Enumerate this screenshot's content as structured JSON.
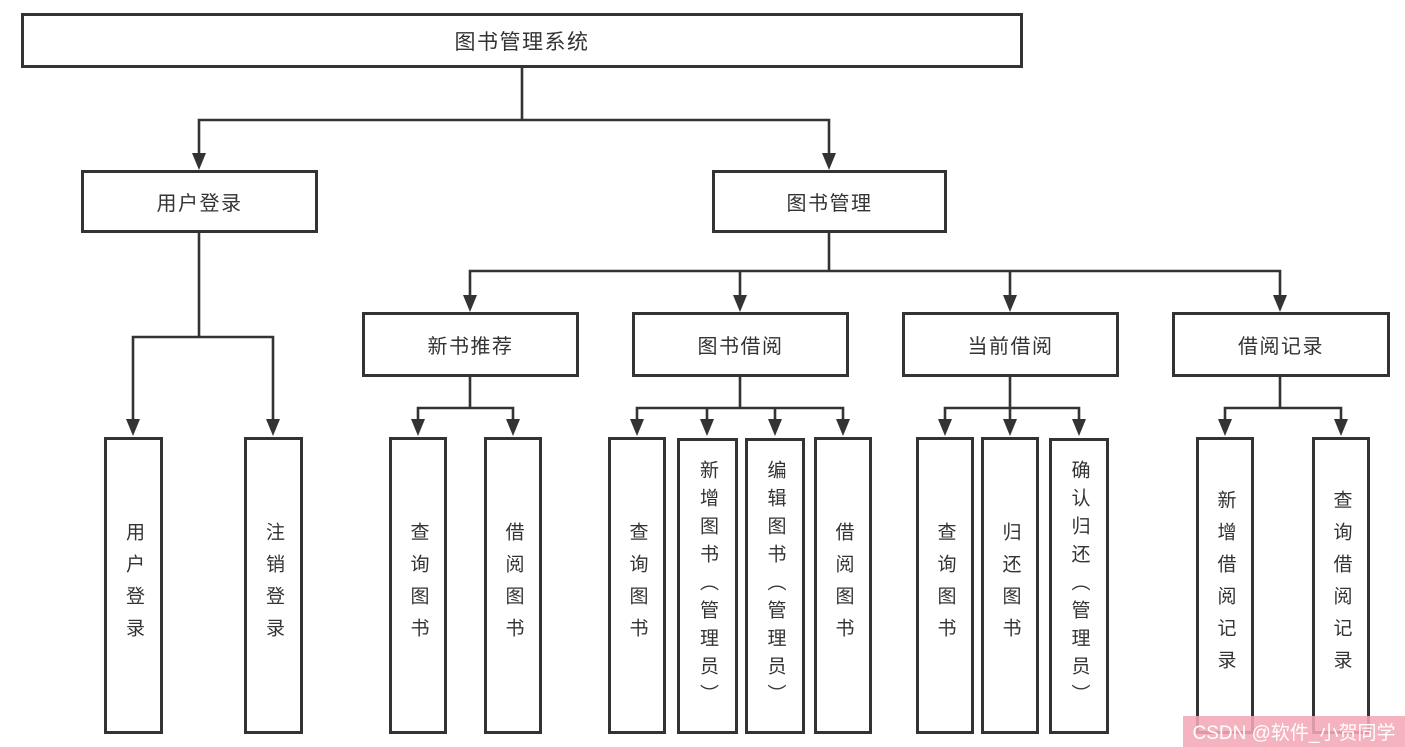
{
  "diagram": {
    "root": "图书管理系统",
    "branches": [
      {
        "label": "用户登录",
        "children": [
          {
            "label": "用户登录"
          },
          {
            "label": "注销登录"
          }
        ]
      },
      {
        "label": "图书管理",
        "children": [
          {
            "label": "新书推荐",
            "children": [
              {
                "label": "查询图书"
              },
              {
                "label": "借阅图书"
              }
            ]
          },
          {
            "label": "图书借阅",
            "children": [
              {
                "label": "查询图书"
              },
              {
                "label": "新增图书（管理员）"
              },
              {
                "label": "编辑图书（管理员）"
              },
              {
                "label": "借阅图书"
              }
            ]
          },
          {
            "label": "当前借阅",
            "children": [
              {
                "label": "查询图书"
              },
              {
                "label": "归还图书"
              },
              {
                "label": "确认归还（管理员）"
              }
            ]
          },
          {
            "label": "借阅记录",
            "children": [
              {
                "label": "新增借阅记录"
              },
              {
                "label": "查询借阅记录"
              }
            ]
          }
        ]
      }
    ]
  },
  "watermark": {
    "text": "CSDN @软件_小贺同学"
  },
  "colors": {
    "line": "#333333",
    "box_border": "#333333",
    "text": "#333333",
    "watermark_bg": "#f3a8b5",
    "watermark_text": "#ffffff"
  }
}
